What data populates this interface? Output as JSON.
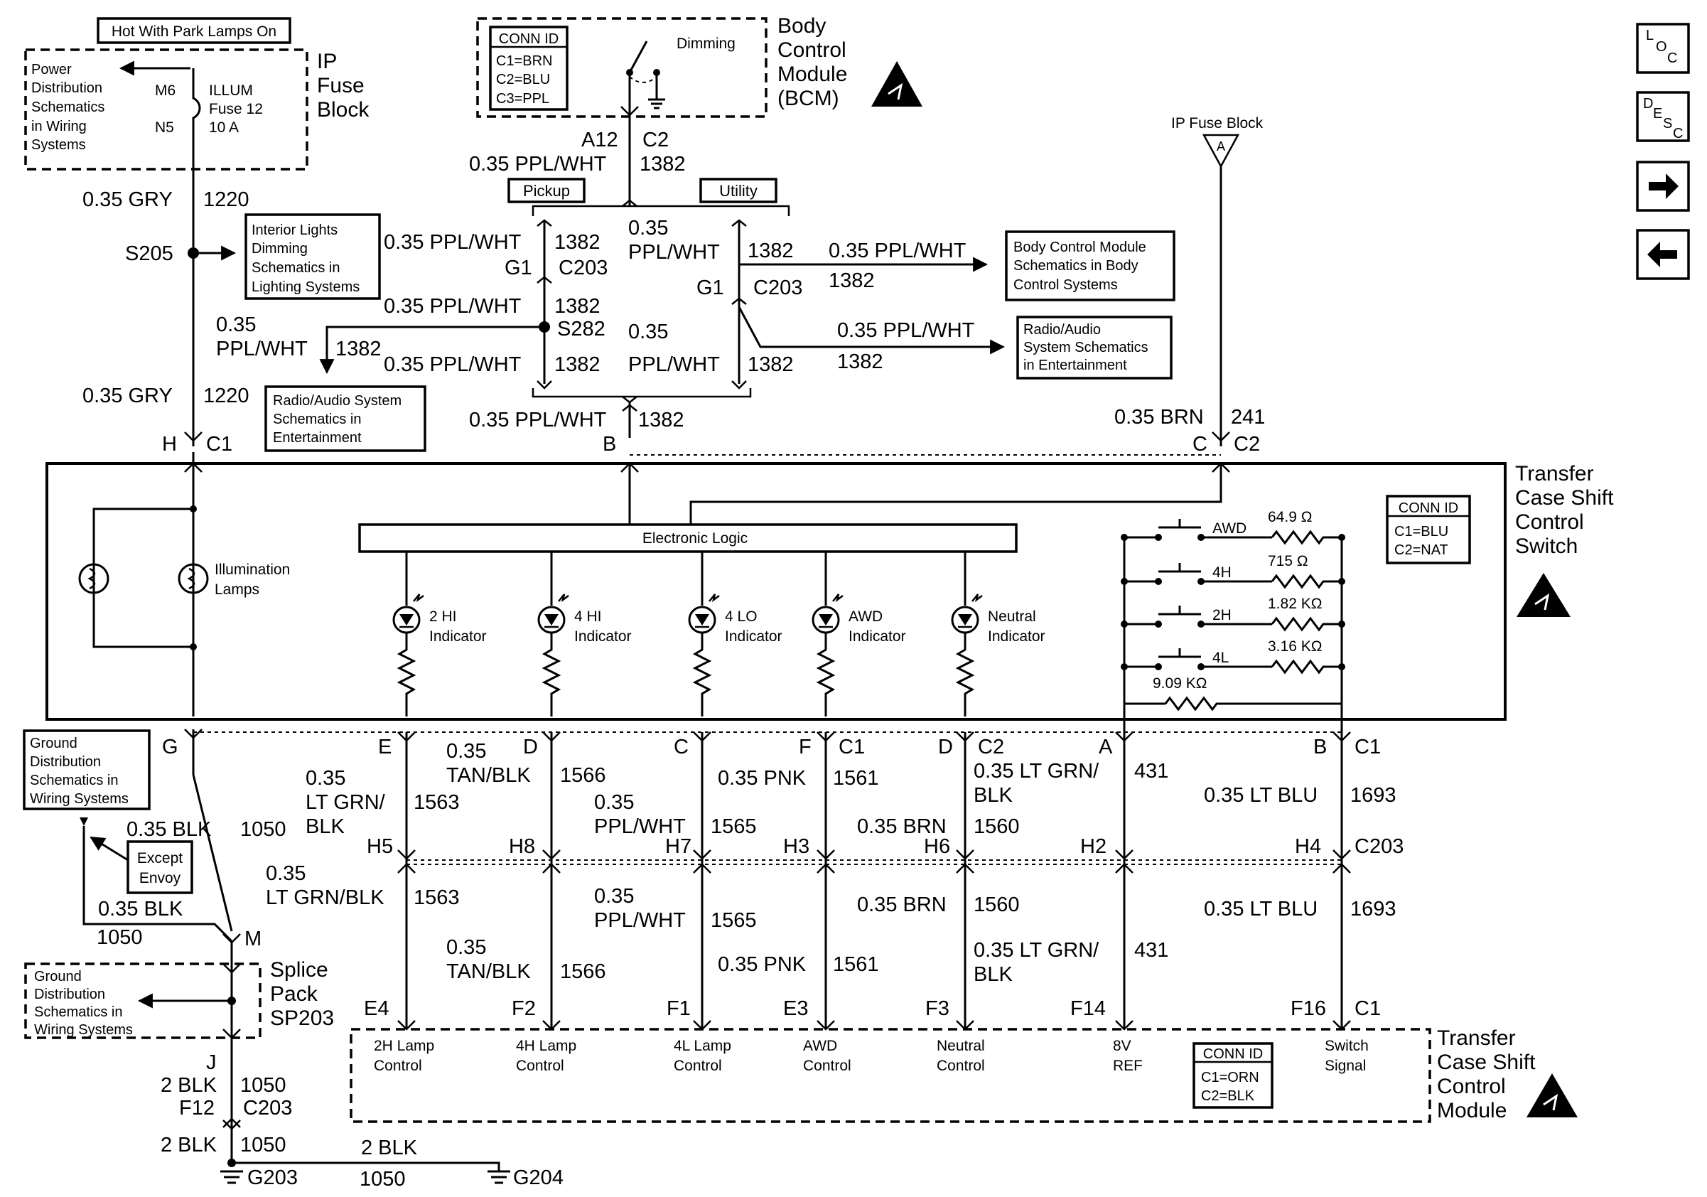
{
  "top": {
    "hot_label": "Hot With Park Lamps On",
    "ip_fuse_block": [
      "IP",
      "Fuse",
      "Block"
    ],
    "power_dist_ref": [
      "Power",
      "Distribution",
      "Schematics",
      "in Wiring",
      "Systems"
    ],
    "fuse_pin_in": "M6",
    "fuse_pin_out": "N5",
    "fuse_name": [
      "ILLUM",
      "Fuse 12",
      "10 A"
    ],
    "bcm_conn_title": "CONN ID",
    "bcm_conn_rows": [
      "C1=BRN",
      "C2=BLU",
      "C3=PPL"
    ],
    "dimming": "Dimming",
    "bcm_title": [
      "Body",
      "Control",
      "Module",
      "(BCM)"
    ],
    "bcm_pin": "A12",
    "bcm_conn": "C2",
    "ip_fuse_block_right": "IP Fuse Block",
    "ip_fuse_pin": "A"
  },
  "wires": {
    "gry": "0.35 GRY",
    "gry_circuit": "1220",
    "ppl_wht": "0.35 PPL/WHT",
    "ppl_circuit": "1382",
    "ppl_035": "0.35",
    "ppl_wht_split": "PPL/WHT",
    "brn": "0.35 BRN",
    "brn_circuit": "241"
  },
  "junctions": {
    "s205": "S205",
    "s282": "S282",
    "g1": "G1",
    "c203": "C203",
    "pickup": "Pickup",
    "utility": "Utility",
    "h": "H",
    "c1": "C1",
    "b": "B",
    "c": "C",
    "c2": "C2"
  },
  "refs": {
    "interior": [
      "Interior Lights",
      "Dimming",
      "Schematics in",
      "Lighting Systems"
    ],
    "radio_left": [
      "Radio/Audio System",
      "Schematics in",
      "Entertainment"
    ],
    "bcm_ref": [
      "Body Control Module",
      "Schematics in Body",
      "Control Systems"
    ],
    "radio_right": [
      "Radio/Audio",
      "System Schematics",
      "in Entertainment"
    ]
  },
  "tcss": {
    "title": [
      "Transfer",
      "Case Shift",
      "Control",
      "Switch"
    ],
    "conn_title": "CONN ID",
    "conn_rows": [
      "C1=BLU",
      "C2=NAT"
    ],
    "electronic_logic": "Electronic Logic",
    "illum_lamps": [
      "Illumination",
      "Lamps"
    ],
    "indicators": [
      [
        "2 HI",
        "Indicator"
      ],
      [
        "4 HI",
        "Indicator"
      ],
      [
        "4 LO",
        "Indicator"
      ],
      [
        "AWD",
        "Indicator"
      ],
      [
        "Neutral",
        "Indicator"
      ]
    ],
    "switches": [
      "AWD",
      "4H",
      "2H",
      "4L"
    ],
    "resistors": [
      "64.9 Ω",
      "715 Ω",
      "1.82 KΩ",
      "3.16 KΩ",
      "9.09 KΩ"
    ]
  },
  "lower": {
    "pins_top": [
      "G",
      "E",
      "D",
      "C",
      "F",
      "C1",
      "D",
      "C2",
      "A",
      "B",
      "C1"
    ],
    "w1": [
      "0.35",
      "LT GRN/",
      "BLK"
    ],
    "c1563": "1563",
    "w2": [
      "0.35",
      "TAN/BLK"
    ],
    "c1566": "1566",
    "w3": [
      "0.35",
      "PPL/WHT"
    ],
    "c1565": "1565",
    "w4": "0.35 PNK",
    "c1561": "1561",
    "w5": "0.35 BRN",
    "c1560": "1560",
    "w6": [
      "0.35 LT GRN/",
      "BLK"
    ],
    "c431": "431",
    "w7": "0.35 LT BLU",
    "c1693": "1693",
    "pins_mid": [
      "H5",
      "H8",
      "H7",
      "H3",
      "H6",
      "H2",
      "H4",
      "C203"
    ],
    "w1b": [
      "0.35",
      "LT GRN/BLK"
    ],
    "pins_bot": [
      "E4",
      "F2",
      "F1",
      "E3",
      "F3",
      "F14",
      "F16",
      "C1"
    ],
    "ground_ref": [
      "Ground",
      "Distribution",
      "Schematics in",
      "Wiring Systems"
    ],
    "blk": "0.35 BLK",
    "blk_circuit": "1050",
    "except_envoy": [
      "Except",
      "Envoy"
    ],
    "m": "M",
    "splice_pack": [
      "Splice",
      "Pack",
      "SP203"
    ],
    "ground_ref2": [
      "Ground",
      "Distribution",
      "Schematics in",
      "Wiring Systems"
    ],
    "j": "J",
    "blk2": "2 BLK",
    "f12": "F12",
    "c203": "C203",
    "g203": "G203",
    "g204": "G204"
  },
  "tccm": {
    "title": [
      "Transfer",
      "Case Shift",
      "Control",
      "Module"
    ],
    "conn_title": "CONN ID",
    "conn_rows": [
      "C1=ORN",
      "C2=BLK"
    ],
    "inputs": [
      [
        "2H Lamp",
        "Control"
      ],
      [
        "4H Lamp",
        "Control"
      ],
      [
        "4L Lamp",
        "Control"
      ],
      [
        "AWD",
        "Control"
      ],
      [
        "Neutral",
        "Control"
      ],
      [
        "8V",
        "REF"
      ],
      [
        "Switch",
        "Signal"
      ]
    ]
  },
  "nav": {
    "loc": [
      "L",
      "O",
      "C"
    ],
    "desc": [
      "D",
      "E",
      "S",
      "C"
    ],
    "next": "→",
    "prev": "←"
  }
}
